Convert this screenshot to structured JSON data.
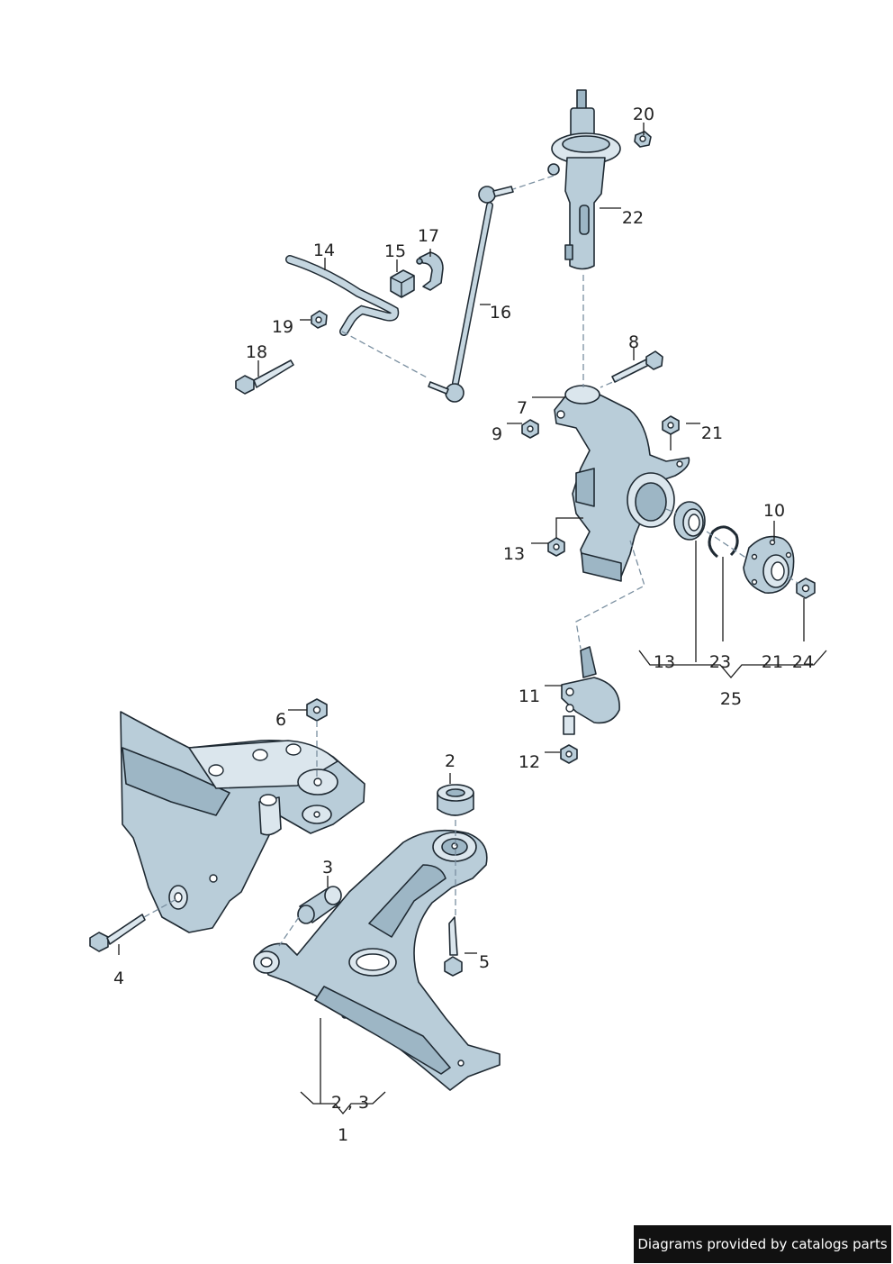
{
  "labels": {
    "l1": "1",
    "l2": "2",
    "l3": "3",
    "l4": "4",
    "l5": "5",
    "l6": "6",
    "l7": "7",
    "l8": "8",
    "l9": "9",
    "l10": "10",
    "l11": "11",
    "l12": "12",
    "l13a": "13",
    "l13b": "13",
    "l14": "14",
    "l15": "15",
    "l16": "16",
    "l17": "17",
    "l18": "18",
    "l19": "19",
    "l20": "20",
    "l21a": "21",
    "l21b": "21",
    "l22": "22",
    "l23": "23",
    "l24": "24",
    "l25": "25",
    "l2_3": "2 , 3"
  },
  "footer": {
    "text": "Diagrams provided by catalogs parts"
  }
}
